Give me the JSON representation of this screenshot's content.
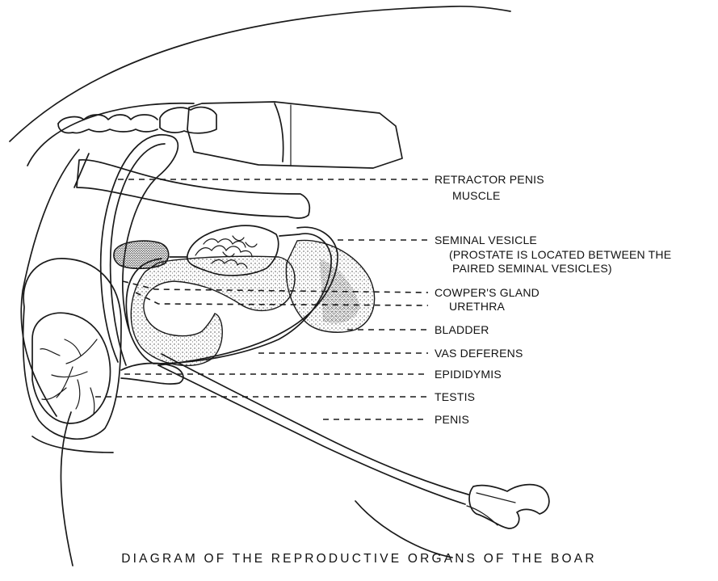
{
  "labels": {
    "retractor_1": "RETRACTOR PENIS",
    "retractor_2": "MUSCLE",
    "seminal_1": "SEMINAL VESICLE",
    "seminal_2": "(PROSTATE IS LOCATED BETWEEN THE",
    "seminal_3": "PAIRED SEMINAL VESICLES)",
    "cowpers": "COWPER'S GLAND",
    "urethra": "URETHRA",
    "bladder": "BLADDER",
    "vas": "VAS DEFERENS",
    "epididymis": "EPIDIDYMIS",
    "testis": "TESTIS",
    "penis": "PENIS"
  },
  "caption": "DIAGRAM OF THE REPRODUCTIVE ORGANS OF THE BOAR",
  "colors": {
    "ink": "#1a1a1a",
    "background": "#ffffff",
    "stipple": "#444444"
  }
}
